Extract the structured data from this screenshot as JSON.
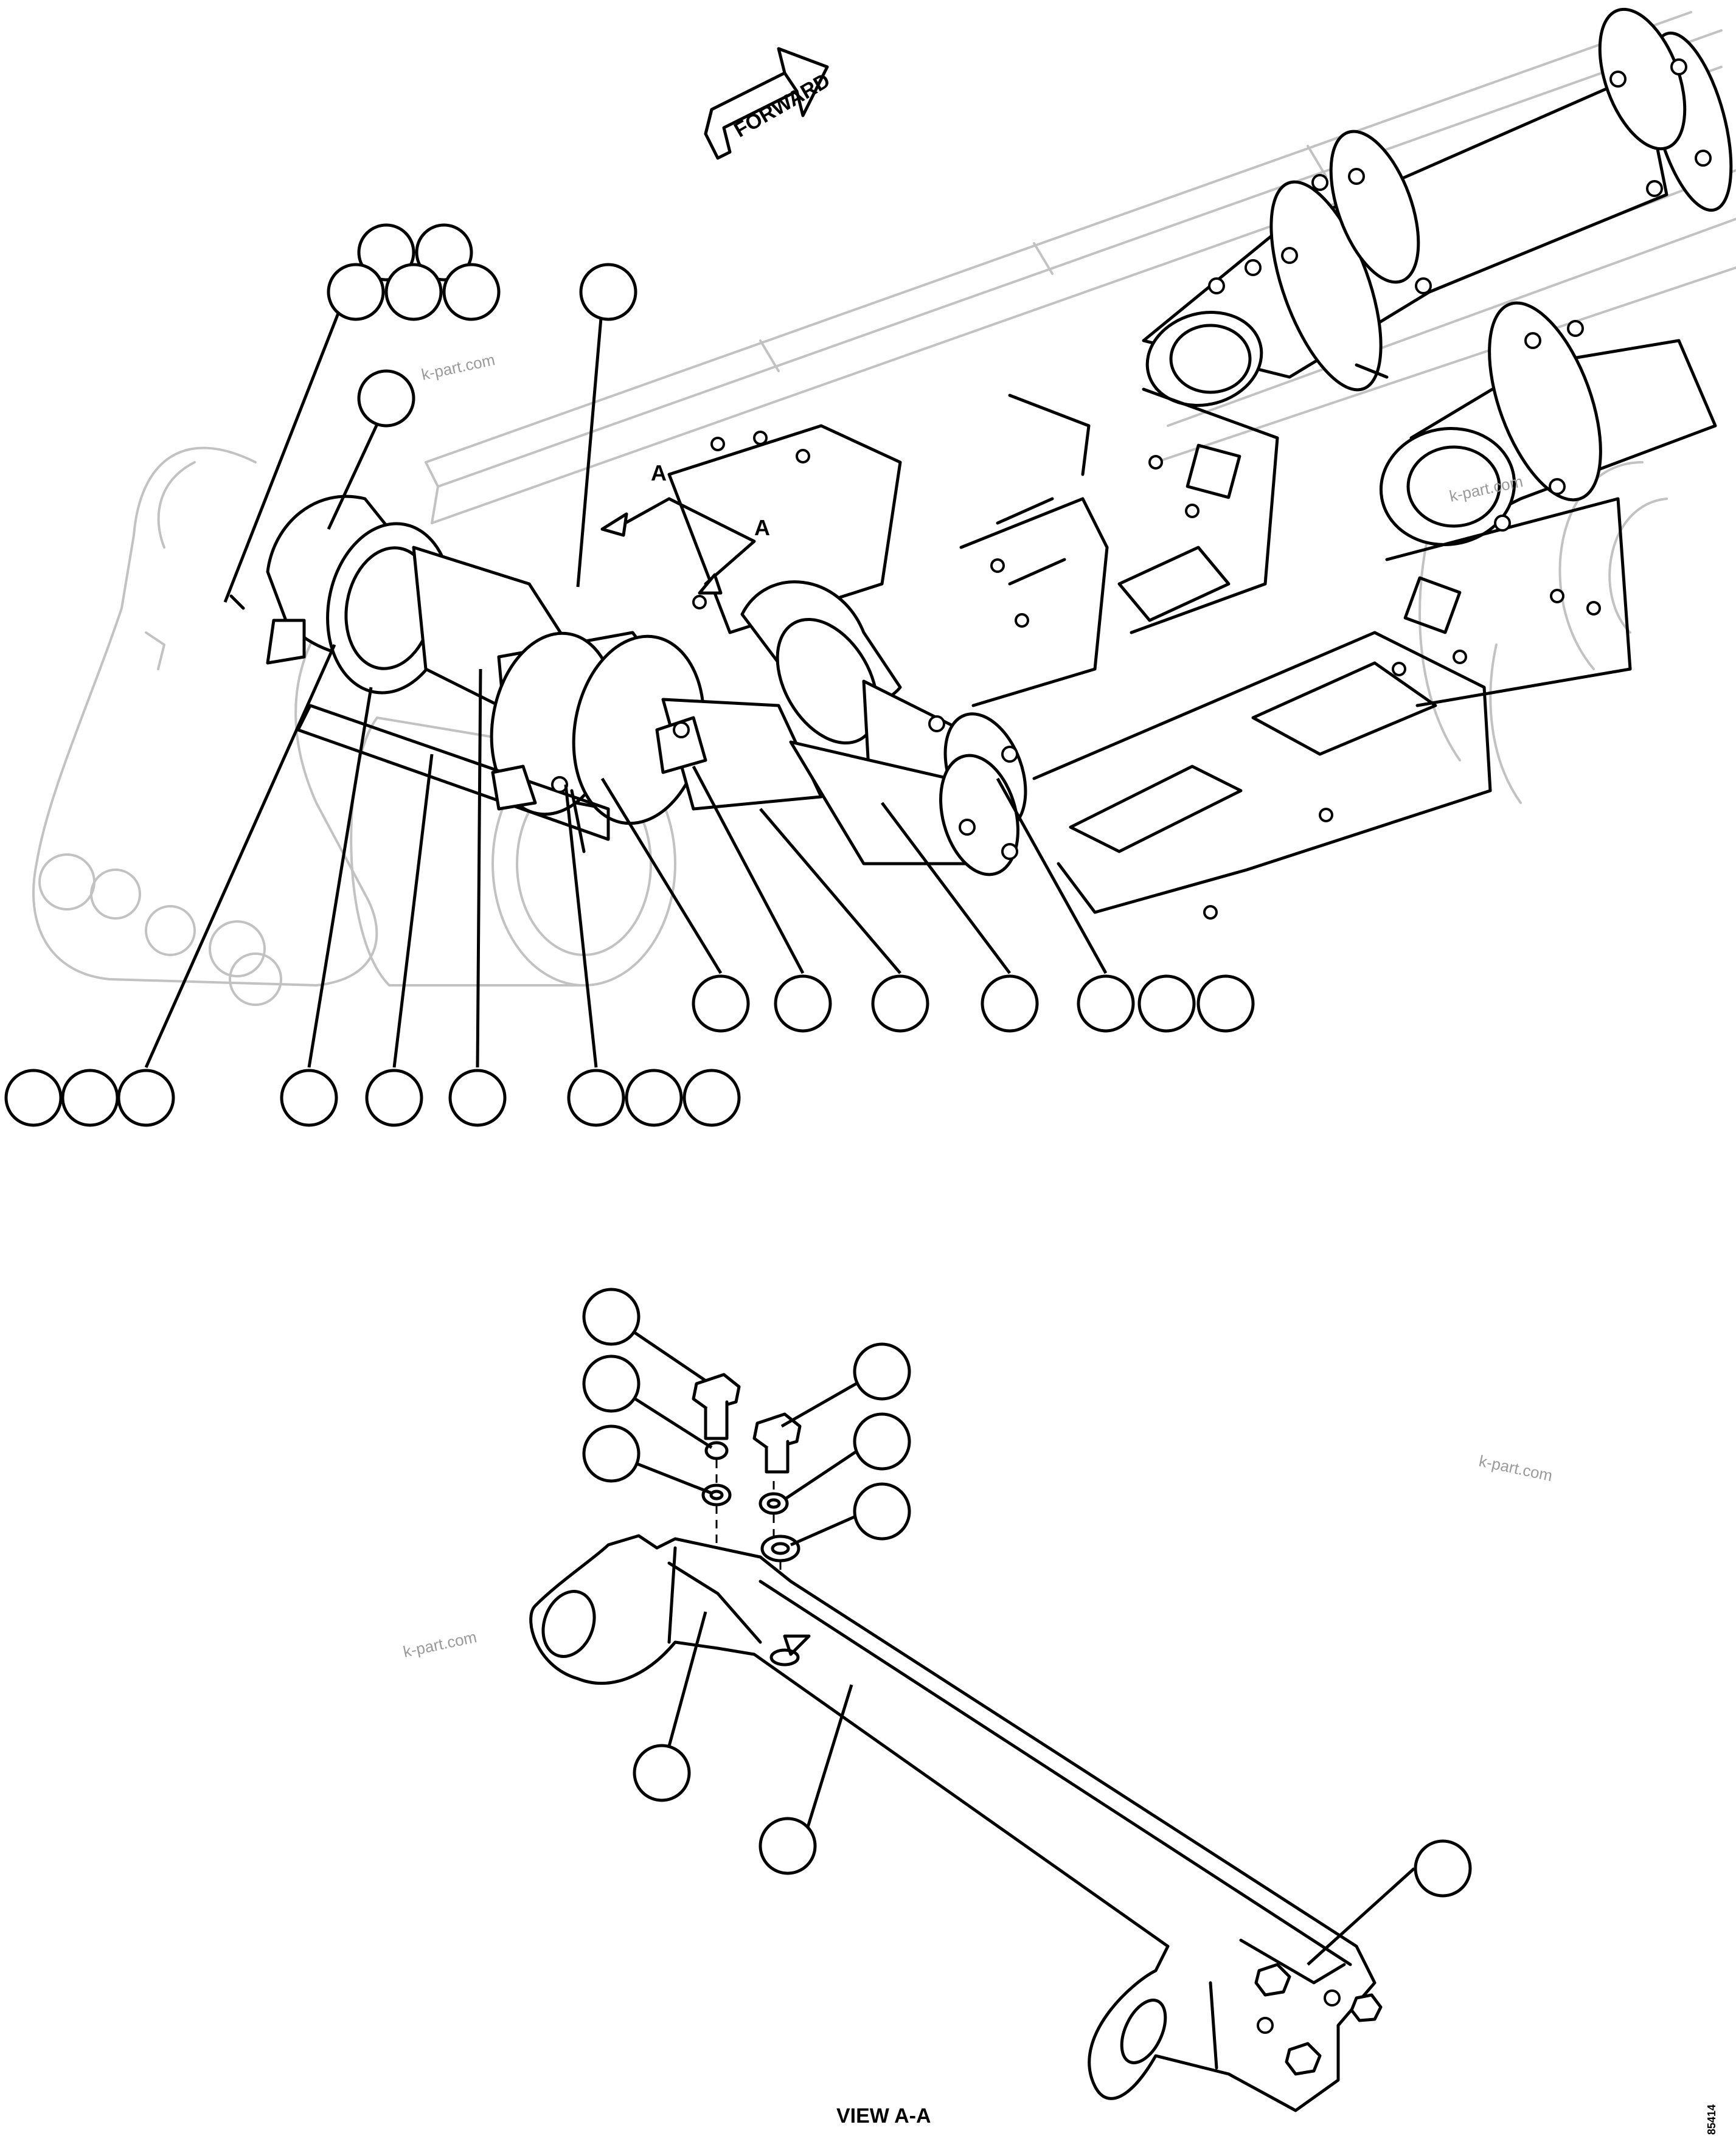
{
  "diagram": {
    "forward_label": "FORWARD",
    "section_marker": "A",
    "view_label": "VIEW A-A",
    "watermark": "k-part.com",
    "drawing_code": "85414",
    "colors": {
      "ink": "#000000",
      "ghost": "#c2c2c2",
      "watermark": "#9a9a9a"
    }
  }
}
